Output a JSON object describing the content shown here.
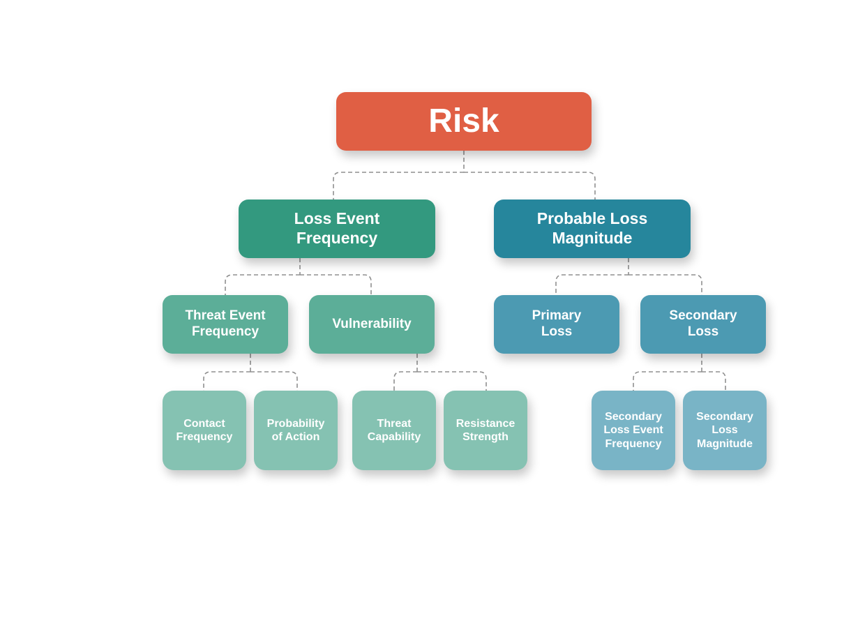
{
  "root": {
    "label": "Risk"
  },
  "level1": {
    "loss_event_frequency": "Loss Event\nFrequency",
    "probable_loss_magnitude": "Probable Loss\nMagnitude"
  },
  "level2": {
    "threat_event_frequency": "Threat Event\nFrequency",
    "vulnerability": "Vulnerability",
    "primary_loss": "Primary\nLoss",
    "secondary_loss": "Secondary\nLoss"
  },
  "level3": {
    "contact_frequency": "Contact\nFrequency",
    "probability_of_action": "Probability\nof Action",
    "threat_capability": "Threat\nCapability",
    "resistance_strength": "Resistance\nStrength",
    "secondary_loss_event_frequency": "Secondary\nLoss Event\nFrequency",
    "secondary_loss_magnitude": "Secondary\nLoss\nMagnitude"
  },
  "colors": {
    "root": "#e05f44",
    "green_l1": "#33997f",
    "blue_l1": "#26869c",
    "green_l2": "#5cae98",
    "blue_l2": "#4c9ab2",
    "green_l3": "#85c2b2",
    "blue_l3": "#79b4c6",
    "connector": "#8f8f8f"
  }
}
